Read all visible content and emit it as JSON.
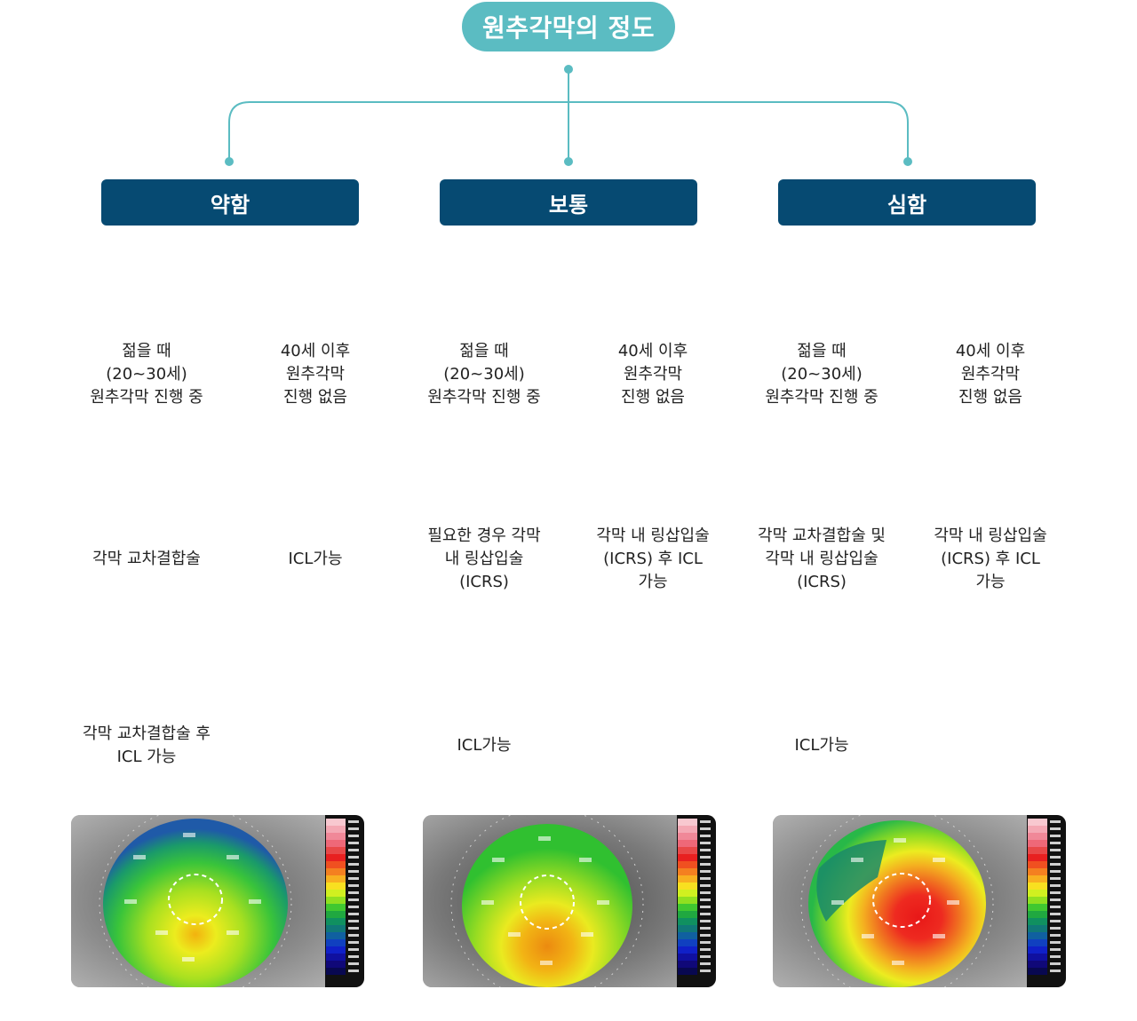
{
  "title": "원추각막의 정도",
  "colors": {
    "title_bg": "#5bbcc2",
    "connector": "#5bbcc2",
    "level_bg": "#064a72",
    "text": "#222222"
  },
  "levels": [
    {
      "label": "약함",
      "ages": [
        "젊을 때\n(20~30세)\n원추각막 진행 중",
        "40세 이후\n원추각막\n진행 없음"
      ],
      "treatments": [
        "각막 교차결합술",
        "ICL가능"
      ],
      "final": "각막 교차결합술 후\nICL 가능",
      "map": {
        "icon": "corneal-topography-mild",
        "severity": 0.3
      }
    },
    {
      "label": "보통",
      "ages": [
        "젊을 때\n(20~30세)\n원추각막 진행 중",
        "40세 이후\n원추각막\n진행 없음"
      ],
      "treatments": [
        "필요한 경우 각막\n내 링삽입술\n(ICRS)",
        "각막 내 링삽입술\n(ICRS) 후 ICL\n가능"
      ],
      "final": "ICL가능",
      "map": {
        "icon": "corneal-topography-moderate",
        "severity": 0.6
      }
    },
    {
      "label": "심함",
      "ages": [
        "젊을 때\n(20~30세)\n원추각막 진행 중",
        "40세 이후\n원추각막\n진행 없음"
      ],
      "treatments": [
        "각막 교차결합술 및\n각막 내 링삽입술\n(ICRS)",
        "각막 내 링삽입술\n(ICRS) 후 ICL\n가능"
      ],
      "final": "ICL가능",
      "map": {
        "icon": "corneal-topography-severe",
        "severity": 0.95
      }
    }
  ]
}
